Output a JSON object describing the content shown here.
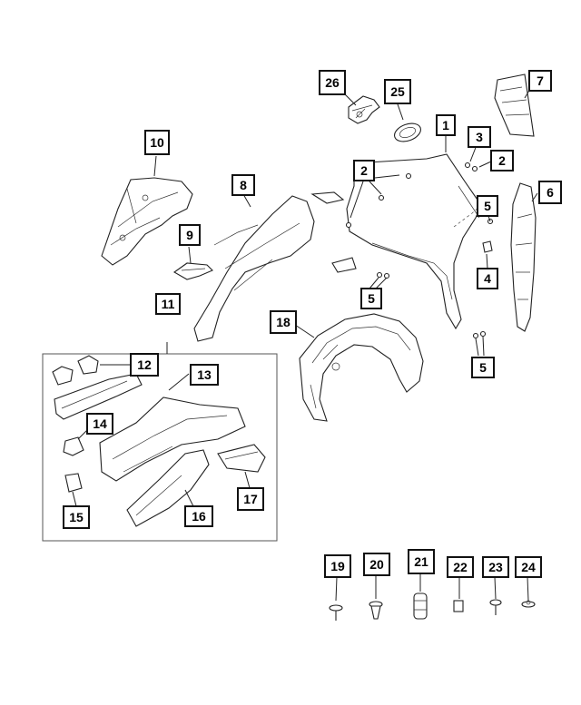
{
  "callouts": {
    "c1": "1",
    "c2a": "2",
    "c2b": "2",
    "c3": "3",
    "c4": "4",
    "c5a": "5",
    "c5b": "5",
    "c5c": "5",
    "c6": "6",
    "c7": "7",
    "c8": "8",
    "c9": "9",
    "c10": "10",
    "c11": "11",
    "c12": "12",
    "c13": "13",
    "c14": "14",
    "c15": "15",
    "c16": "16",
    "c17": "17",
    "c18": "18",
    "c19": "19",
    "c20": "20",
    "c21": "21",
    "c22": "22",
    "c23": "23",
    "c24": "24",
    "c25": "25",
    "c26": "26"
  }
}
